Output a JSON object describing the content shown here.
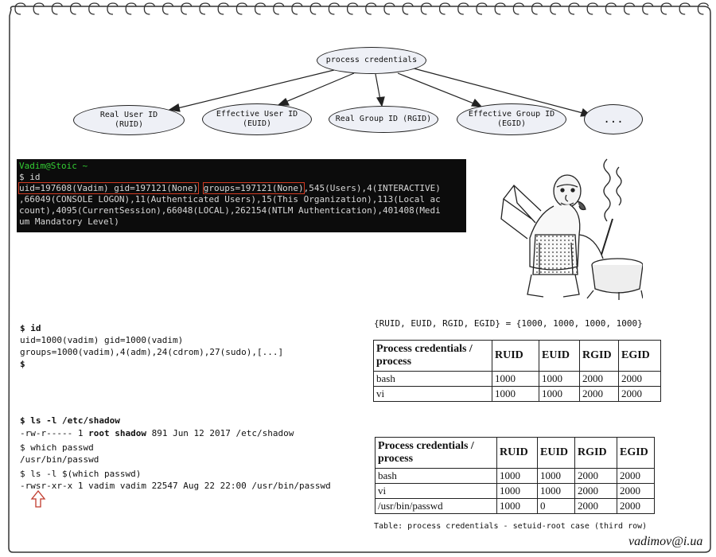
{
  "diagram": {
    "root": "process credentials",
    "children": [
      {
        "line1": "Real User ID",
        "line2": "(RUID)"
      },
      {
        "line1": "Effective User ID",
        "line2": "(EUID)"
      },
      {
        "line1": "Real Group ID (RGID)",
        "line2": ""
      },
      {
        "line1": "Effective Group ID",
        "line2": "(EGID)"
      },
      {
        "line1": "...",
        "line2": ""
      }
    ]
  },
  "terminal": {
    "prompt": "Vadim@Stoic ~",
    "command": "$ id",
    "uid_gid": "uid=197608(Vadim) gid=197121(None)",
    "groups_start": "groups=197121(None)",
    "line1_rest": ",545(Users),4(INTERACTIVE)",
    "line2": ",66049(CONSOLE LOGON),11(Authenticated Users),15(This Organization),113(Local ac",
    "line3": "count),4095(CurrentSession),66048(LOCAL),262154(NTLM Authentication),401408(Medi",
    "line4": "um Mandatory Level)"
  },
  "id_block": {
    "cmd": "$ id",
    "line1": "uid=1000(vadim) gid=1000(vadim)",
    "line2": "groups=1000(vadim),4(adm),24(cdrom),27(sudo),[...]",
    "line3": "$"
  },
  "shadow_block": {
    "cmd": "$ ls -l /etc/shadow",
    "perm": "-rw-r----- 1 ",
    "owner": "root shadow",
    "rest": " 891 Jun 12 2017 /etc/shadow",
    "which_cmd": "$ which passwd",
    "which_out": "/usr/bin/passwd",
    "ls_cmd": "$ ls -l $(which passwd)",
    "ls_out": "-rwsr-xr-x 1 vadim vadim 22547 Aug 22 22:00 /usr/bin/passwd"
  },
  "formula": "{RUID, EUID, RGID, EGID} = {1000, 1000, 1000, 1000}",
  "table1": {
    "header": [
      "Process credentials / process",
      "RUID",
      "EUID",
      "RGID",
      "EGID"
    ],
    "rows": [
      [
        "bash",
        "1000",
        "1000",
        "2000",
        "2000"
      ],
      [
        "vi",
        "1000",
        "1000",
        "2000",
        "2000"
      ]
    ]
  },
  "table2": {
    "header": [
      "Process credentials / process",
      "RUID",
      "EUID",
      "RGID",
      "EGID"
    ],
    "rows": [
      [
        "bash",
        "1000",
        "1000",
        "2000",
        "2000"
      ],
      [
        "vi",
        "1000",
        "1000",
        "2000",
        "2000"
      ],
      [
        "/usr/bin/passwd",
        "1000",
        "0",
        "2000",
        "2000"
      ]
    ]
  },
  "caption": "Table: process credentials - setuid-root case (third row)",
  "author": "vadimov@i.ua",
  "colors": {
    "terminal_bg": "#0c0c0c",
    "prompt": "#33cc33",
    "highlight": "#d23b22",
    "node_fill": "#eef0f6"
  }
}
